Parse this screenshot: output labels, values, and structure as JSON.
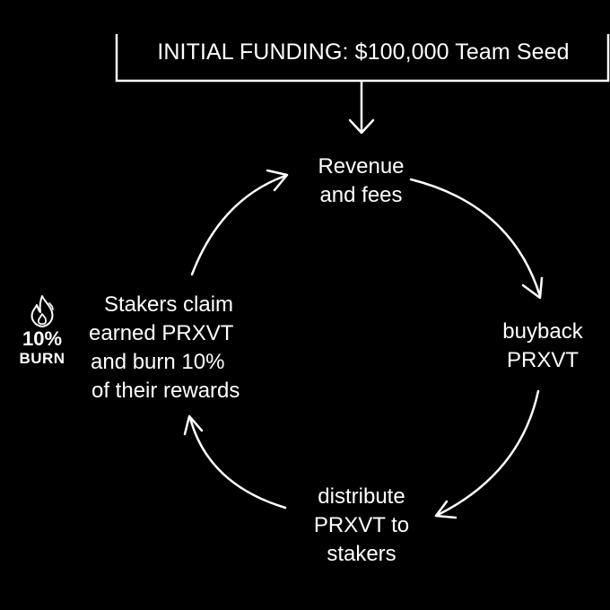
{
  "header": {
    "text": "INITIAL FUNDING: $100,000 Team Seed"
  },
  "nodes": {
    "revenue": [
      "Revenue",
      "and fees"
    ],
    "buyback": [
      "buyback",
      "PRXVT"
    ],
    "distribute": [
      "distribute",
      "PRXVT to",
      "stakers"
    ],
    "stakers": [
      "Stakers claim",
      "earned PRXVT",
      "and burn 10%",
      "of their rewards"
    ]
  },
  "burn_badge": {
    "percent": "10%",
    "label": "BURN",
    "icon": "flame-icon"
  },
  "colors": {
    "background": "#000000",
    "foreground": "#ffffff"
  }
}
